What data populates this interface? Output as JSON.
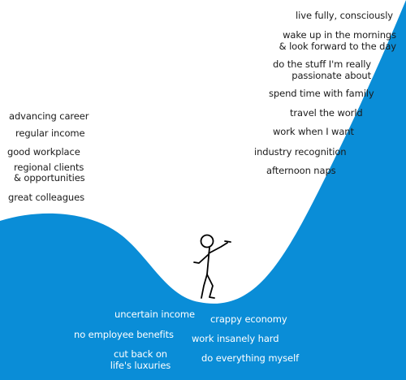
{
  "colors": {
    "wave": "#0A8DD7",
    "text_on_white": "#1a1a1a",
    "text_on_wave": "#ffffff",
    "figure_stroke": "#000000"
  },
  "figure": {
    "icon": "stick-figure-icon"
  },
  "left_labels": [
    {
      "text": "advancing career"
    },
    {
      "text": "regular income"
    },
    {
      "text": "good workplace"
    },
    {
      "text": "regional clients\n& opportunities"
    },
    {
      "text": "great colleagues"
    }
  ],
  "right_labels": [
    {
      "text": "live fully, consciously"
    },
    {
      "text": "wake up in the mornings\n& look forward to the day"
    },
    {
      "text": "do the stuff I'm really\npassionate about"
    },
    {
      "text": "spend time with family"
    },
    {
      "text": "travel the world"
    },
    {
      "text": "work when I want"
    },
    {
      "text": "industry recognition"
    },
    {
      "text": "afternoon naps"
    }
  ],
  "bottom_labels": [
    {
      "text": "uncertain income"
    },
    {
      "text": "crappy economy"
    },
    {
      "text": "no employee benefits"
    },
    {
      "text": "work insanely hard"
    },
    {
      "text": "cut back on\nlife's luxuries"
    },
    {
      "text": "do everything myself"
    }
  ]
}
